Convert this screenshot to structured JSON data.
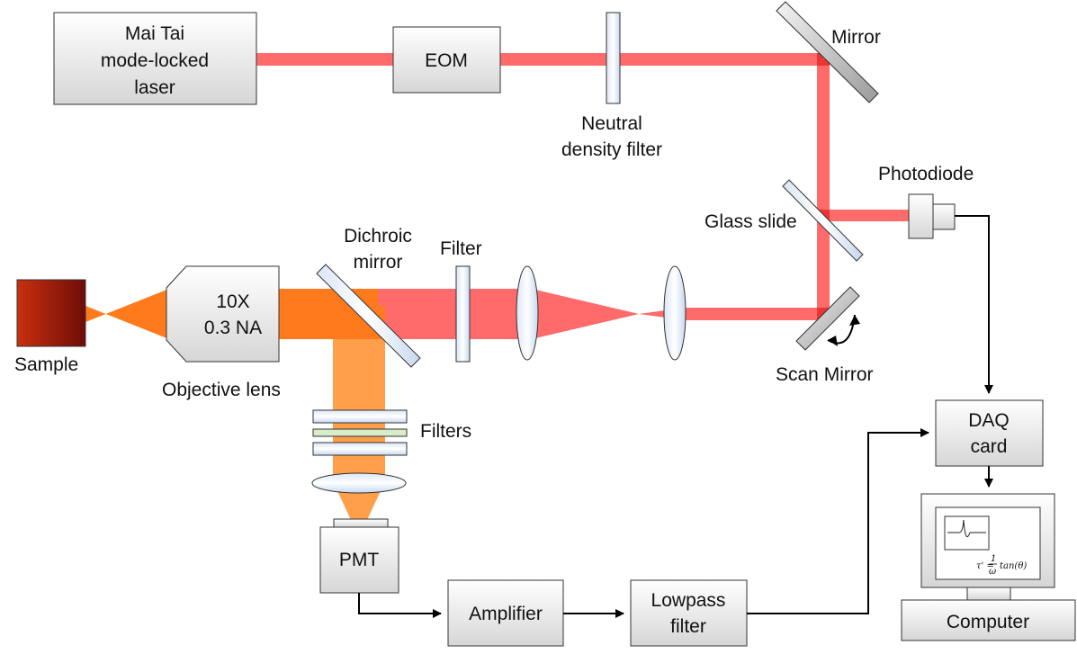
{
  "components": {
    "laser": [
      "Mai Tai",
      "mode-locked",
      "laser"
    ],
    "eom": "EOM",
    "nd_filter": [
      "Neutral",
      "density filter"
    ],
    "mirror": "Mirror",
    "photodiode": "Photodiode",
    "glass_slide": "Glass slide",
    "dichroic": [
      "Dichroic",
      "mirror"
    ],
    "filter": "Filter",
    "objective": [
      "10X",
      "0.3 NA"
    ],
    "objective_label": "Objective lens",
    "sample": "Sample",
    "scan_mirror": "Scan Mirror",
    "filters": "Filters",
    "pmt": "PMT",
    "amplifier": "Amplifier",
    "lowpass": [
      "Lowpass",
      "filter"
    ],
    "daq": [
      "DAQ",
      "card"
    ],
    "computer": "Computer",
    "formula": {
      "lhs": "τ' =",
      "num": "1",
      "den": "ω",
      "rhs": "tan(θ)"
    }
  },
  "colors": {
    "beam_red": "#ff6b6b",
    "beam_dark_red": "#d80000",
    "beam_orange": "#ff8a3d",
    "beam_orange_light": "#ff9f4a",
    "box_fill_top": "#ffffff",
    "box_fill_bottom": "#d9d9d9",
    "sample_dark": "#7a0f0a",
    "sample_light": "#c9300f"
  }
}
